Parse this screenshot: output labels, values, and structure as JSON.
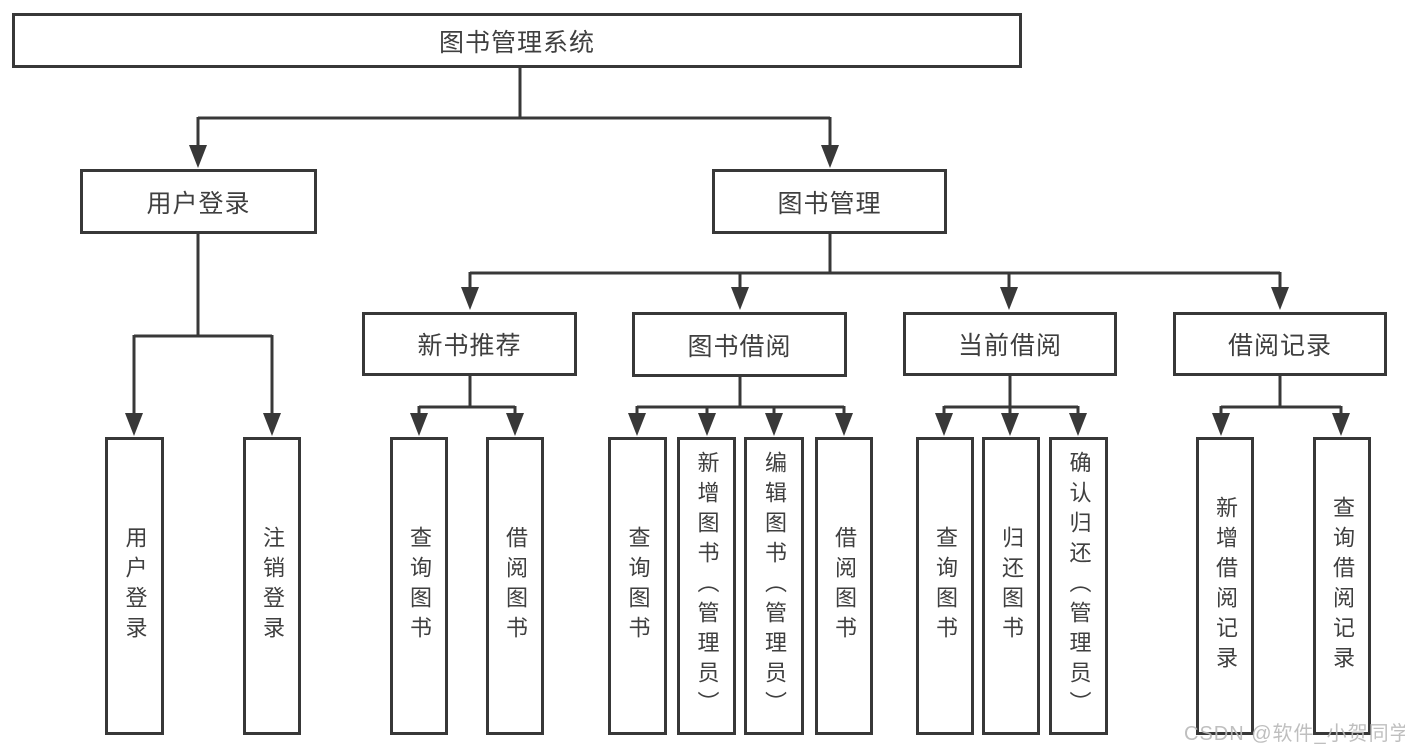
{
  "colors": {
    "line": "#383838",
    "box_border": "#383838",
    "box_background": "#ffffff",
    "text": "#3f3f3f",
    "watermark": "#bababa"
  },
  "diagram": {
    "root": {
      "label": "图书管理系统"
    },
    "branches": [
      {
        "label": "用户登录",
        "children": [
          {
            "label": "用户登录"
          },
          {
            "label": "注销登录"
          }
        ]
      },
      {
        "label": "图书管理",
        "children": [
          {
            "label": "新书推荐",
            "children": [
              {
                "label": "查询图书"
              },
              {
                "label": "借阅图书"
              }
            ]
          },
          {
            "label": "图书借阅",
            "children": [
              {
                "label": "查询图书"
              },
              {
                "label": "新增图书（管理员）"
              },
              {
                "label": "编辑图书（管理员）"
              },
              {
                "label": "借阅图书"
              }
            ]
          },
          {
            "label": "当前借阅",
            "children": [
              {
                "label": "查询图书"
              },
              {
                "label": "归还图书"
              },
              {
                "label": "确认归还（管理员）"
              }
            ]
          },
          {
            "label": "借阅记录",
            "children": [
              {
                "label": "新增借阅记录"
              },
              {
                "label": "查询借阅记录"
              }
            ]
          }
        ]
      }
    ]
  },
  "watermark": {
    "text": "CSDN @软件_小贺同学"
  }
}
